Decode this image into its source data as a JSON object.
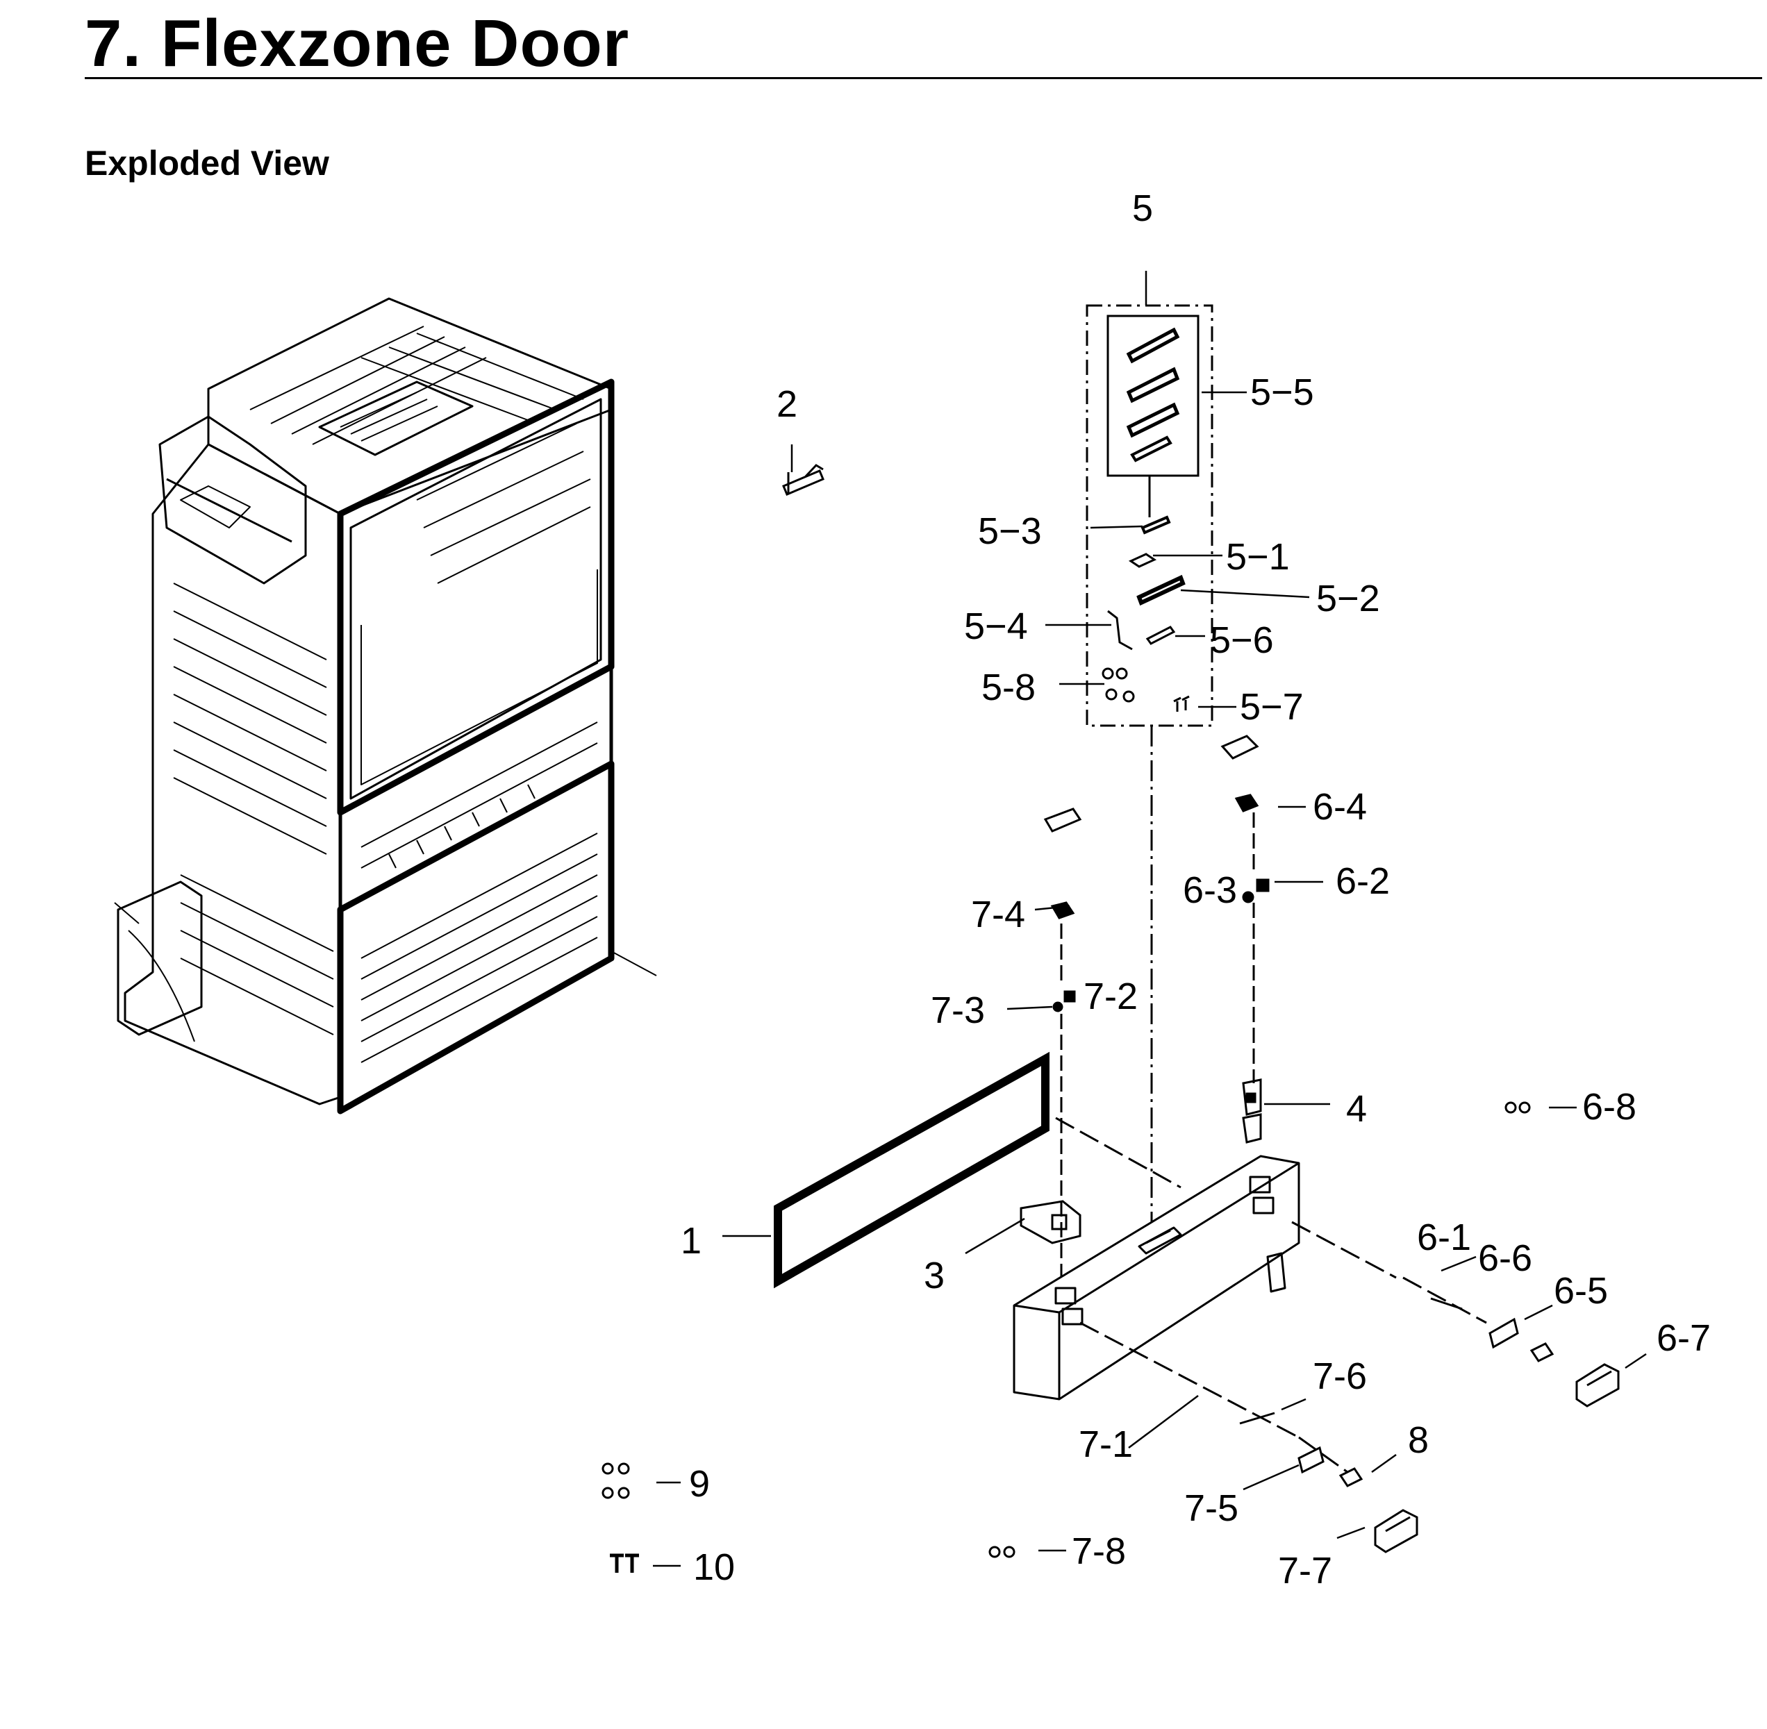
{
  "title": "7.  Flexzone Door",
  "subtitle": "Exploded View",
  "labels": {
    "p1": "1",
    "p2": "2",
    "p3": "3",
    "p4": "4",
    "p5": "5",
    "p5_1": "5−1",
    "p5_2": "5−2",
    "p5_3": "5−3",
    "p5_4": "5−4",
    "p5_5": "5−5",
    "p5_6": "5−6",
    "p5_7": "5−7",
    "p5_8": "5-8",
    "p6_1": "6-1",
    "p6_2": "6-2",
    "p6_3": "6-3",
    "p6_4": "6-4",
    "p6_5": "6-5",
    "p6_6": "6-6",
    "p6_7": "6-7",
    "p6_8": "6-8",
    "p7_1": "7-1",
    "p7_2": "7-2",
    "p7_3": "7-3",
    "p7_4": "7-4",
    "p7_5": "7-5",
    "p7_6": "7-6",
    "p7_7": "7-7",
    "p7_8": "7-8",
    "p8": "8",
    "p9": "9",
    "p10": "10"
  }
}
